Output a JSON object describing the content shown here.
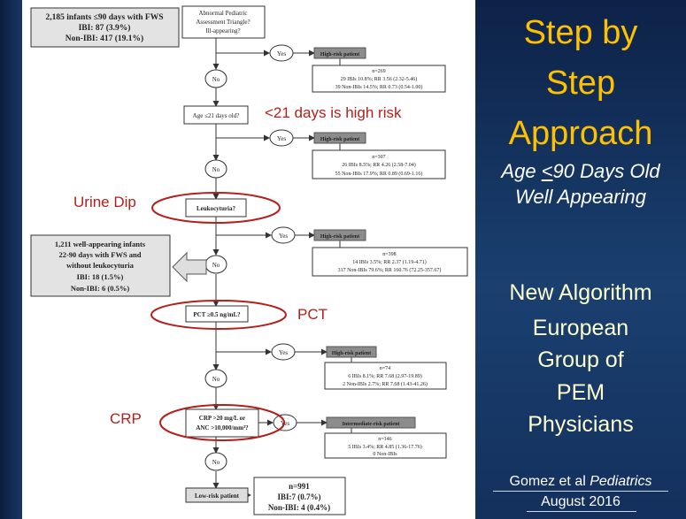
{
  "flowchart": {
    "cohort_box": [
      "2,185 infants ≤90 days with FWS",
      "IBI: 87 (3.9%)",
      "Non-IBI: 417 (19.1%)"
    ],
    "triangle_question": [
      "Abnormal Pediatric",
      "Assessment Triangle?",
      "Ill-appearing?"
    ],
    "age_question": "Age ≤21 days old?",
    "leukocyturia_question": "Leukocyturia?",
    "pct_question": "PCT ≥0.5 ng/mL?",
    "crp_question": [
      "CRP >20 mg/L or",
      "ANC >10,000/mm³?"
    ],
    "yes_label": "Yes",
    "no_label": "No",
    "high_risk_label": "High-risk patient",
    "intermediate_risk_label": "Intermediate-risk patient",
    "low_risk_label": "Low-risk patient",
    "stat_triangle": [
      "n=269",
      "29 IBIs 10.8%; RR 3.56 (2.32-5.46)",
      "39 Non-IBIs 14.5%; RR 0.73 (0.54-1.00)"
    ],
    "stat_age": [
      "n=307",
      "26 IBIs 8.5%; RR 4.26 (2.58-7.04)",
      "55 Non-IBIs 17.9%; RR 0.89 (0.69-1.16)"
    ],
    "stat_leuko": [
      "n=398",
      "14 IBIs 3.5%; RR 2.37 (1.19-4.71)",
      "317 Non-IBIs 79.6%; RR 160.76 (72.25-357.67)"
    ],
    "stat_pct": [
      "n=74",
      "6 IBIs 8.1%; RR 7.68 (2.97-19.89)",
      "2 Non-IBIs 2.7%; RR 7.68 (1.43-41.26)"
    ],
    "stat_crp": [
      "n=146",
      "5 IBIs 3.4%; RR 4.85 (1.36-17.76)",
      "0 Non-IBIs"
    ],
    "stat_low": [
      "n=991",
      "IBI:7 (0.7%)",
      "Non-IBI: 4 (0.4%)"
    ],
    "wellappearing_box": [
      "1,211 well-appearing infants",
      "22-90 days with FWS and",
      "without leukocyturia",
      "IBI: 18 (1.5%)",
      "Non-IBI: 6 (0.5%)"
    ]
  },
  "annotations": {
    "age_note": "<21 days is high risk",
    "urine": "Urine Dip",
    "pct": "PCT",
    "crp": "CRP"
  },
  "sidebar": {
    "title": [
      "Step by",
      "Step",
      "Approach"
    ],
    "subtitle_pre": "Age ",
    "subtitle_u": "<",
    "subtitle_post": "90 Days Old",
    "subtitle_line2": "Well Appearing",
    "algorithm": [
      "New  Algorithm",
      "European",
      "Group of",
      "PEM",
      "Physicians"
    ],
    "citation_pre": "Gomez et al ",
    "citation_journal": "Pediatrics",
    "citation_date": "August 2016"
  },
  "colors": {
    "title": "#ffc000",
    "annotation": "#b3201c",
    "risk_box": "#8c8c8c",
    "panel_dark": "#0d2248"
  }
}
